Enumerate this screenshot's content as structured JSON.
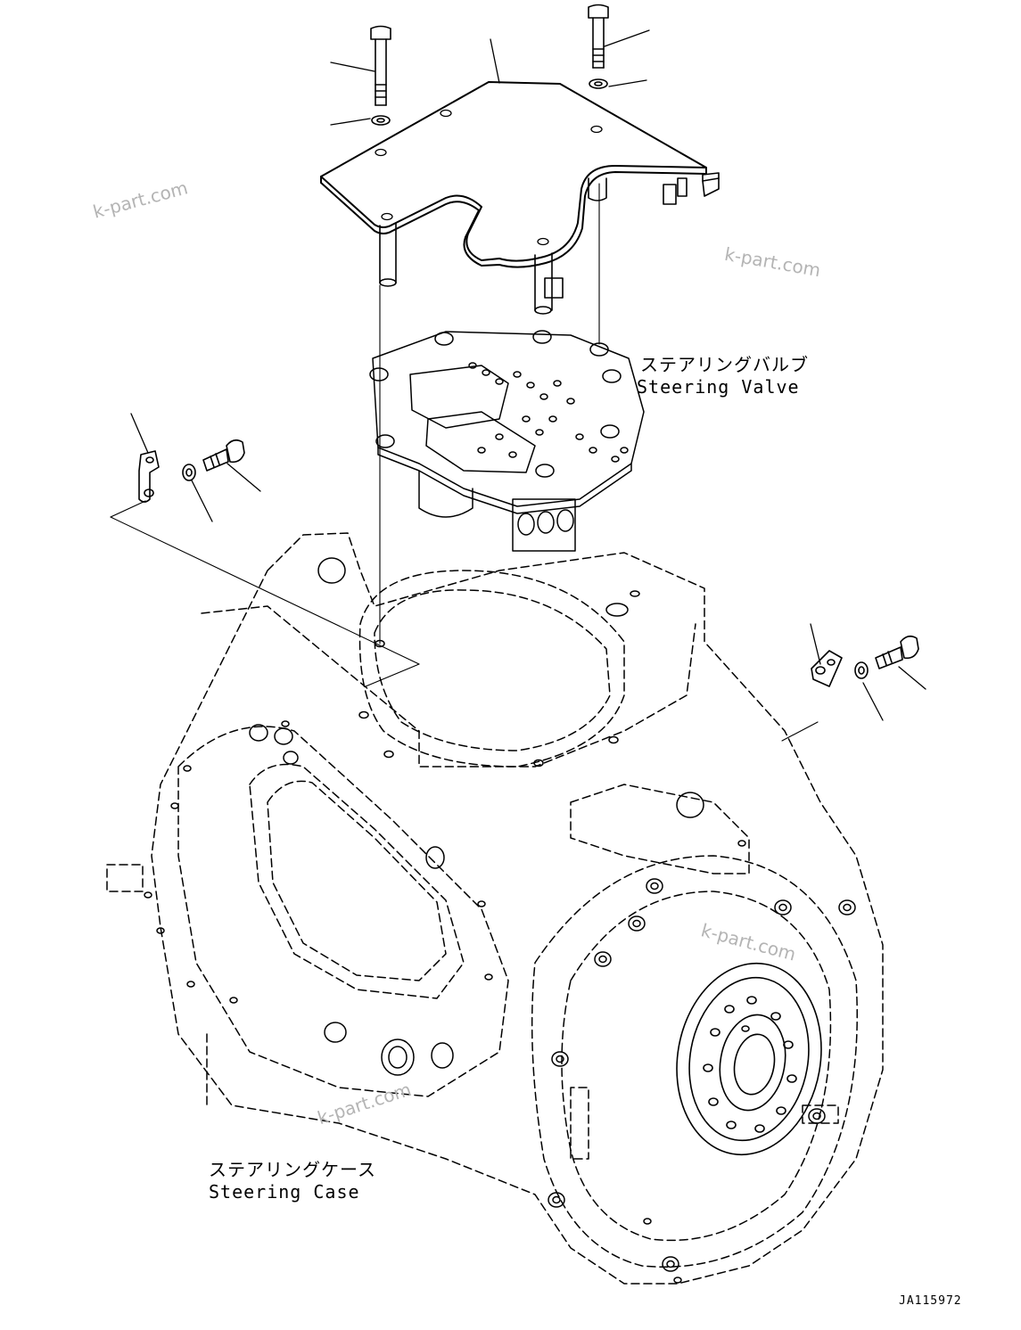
{
  "labels": {
    "steering_valve_jp": "ステアリングバルブ",
    "steering_valve_en": "Steering Valve",
    "steering_case_jp": "ステアリングケース",
    "steering_case_en": "Steering Case"
  },
  "watermark": "k-part.com",
  "document_id": "JA115972",
  "colors": {
    "line": "#000000",
    "watermark": "#b4b4b4",
    "background": "#ffffff"
  }
}
